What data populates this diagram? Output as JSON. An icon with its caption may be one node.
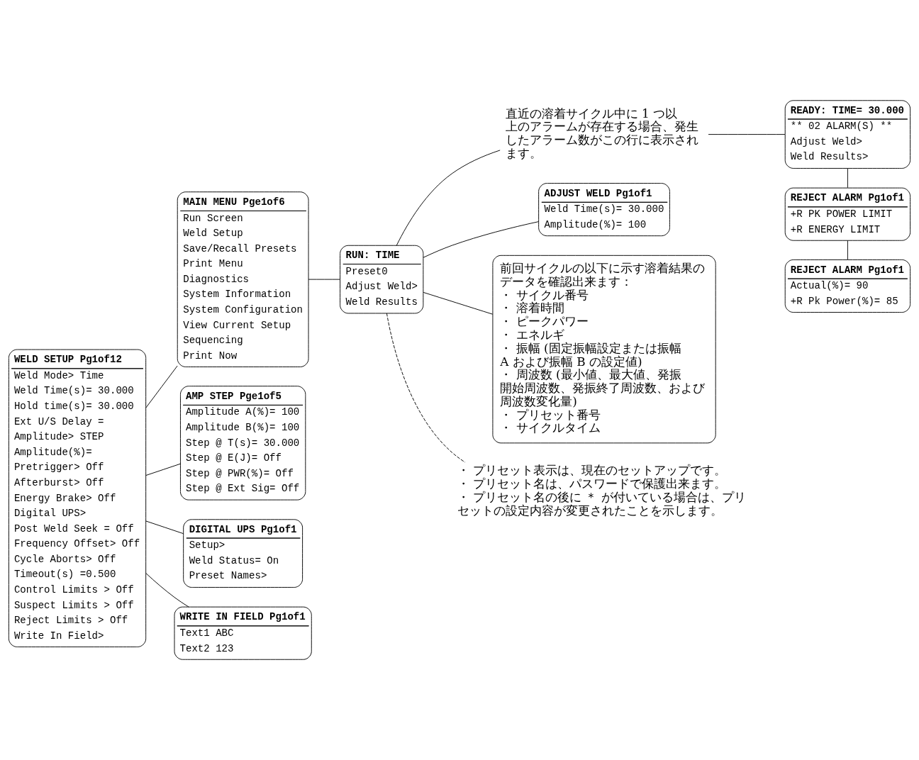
{
  "diagram": {
    "nodes": [
      {
        "text": [
          "WELD SETUP Pg1of12",
          "Weld Mode> Time",
          "Weld Time(s)= 30.000",
          "Hold time(s)= 30.000",
          "Ext U/S Delay =",
          "Amplitude> STEP",
          "Amplitude(%)=",
          "Pretrigger> Off",
          "Afterburst> Off",
          "Energy Brake> Off",
          "Digital UPS>",
          "Post Weld Seek = Off",
          "Frequency Offset> Off",
          "Cycle Aborts> Off",
          "Timeout(s) =0.500",
          "Control Limits > Off",
          "Suspect Limits > Off",
          "Reject Limits > Off",
          "Write In Field>"
        ]
      },
      {
        "text": [
          "MAIN MENU Pge1of6",
          "Run Screen",
          "Weld Setup",
          "Save/Recall Presets",
          "Print Menu",
          "Diagnostics",
          "System Information",
          "System Configuration",
          "View Current Setup",
          "Sequencing",
          "Print Now"
        ]
      },
      {
        "text": [
          "RUN: TIME",
          "Preset0",
          "Adjust Weld>",
          "Weld Results"
        ]
      },
      {
        "text": [
          "直近の溶着サイクル中に 1 つ以上のアラームが存在する場合、発生したアラーム数がこの行に表示されます。"
        ]
      },
      {
        "text": [
          "ADJUST WELD Pg1of1",
          "Weld Time(s)= 30.000",
          "Amplitude(%)= 100"
        ]
      },
      {
        "text": [
          "前回サイクルの以下に示す溶着結果のデータを確認出来ます：",
          "・ サイクル番号",
          "・ 溶着時間",
          "・ ピークパワー",
          "・ エネルギ",
          "・ 振幅 (固定振幅設定または振幅 A および振幅 B の設定値)",
          "・ 周波数 (最小値、最大値、発振開始周波数、発振終了周波数、および周波数変化量)",
          "・ プリセット番号",
          "・ サイクルタイム"
        ]
      },
      {
        "text": [
          "AMP STEP Pge1of5",
          "Amplitude A(%)= 100",
          "Amplitude B(%)= 100",
          "Step @ T(s)= 30.000",
          "Step @ E(J)= Off",
          "Step @ PWR(%)= Off",
          "Step @ Ext Sig= Off"
        ]
      },
      {
        "text": [
          "DIGITAL UPS Pg1of1",
          "Setup>",
          "Weld Status= On",
          "Preset Names>"
        ]
      },
      {
        "text": [
          "WRITE IN FIELD Pg1of1",
          "Text1 ABC",
          "Text2 123"
        ]
      },
      {
        "text": [
          "・ プリセット表示は、現在のセットアップです。",
          "・ プリセット名は、パスワードで保護出来ます。",
          "・ プリセット名の後に ＊ が付いている場合は、プリセットの設定内容が変更されたことを示します。"
        ]
      },
      {
        "text": [
          "READY: TIME= 30.000",
          "** 02 ALARM(S) **",
          "Adjust Weld>",
          "Weld Results>"
        ]
      },
      {
        "text": [
          "REJECT ALARM Pg1of1",
          "+R PK POWER LIMIT",
          "+R ENERGY LIMIT"
        ]
      },
      {
        "text": [
          "REJECT ALARM Pg1of1",
          "Actual(%)= 90",
          "+R Pk Power(%)= 85"
        ]
      }
    ],
    "edges": [
      {
        "from": 0,
        "to": 1,
        "arrow": "none"
      },
      {
        "from": 1,
        "to": 2,
        "arrow": "none"
      },
      {
        "from": 2,
        "to": 3,
        "arrow": "none"
      },
      {
        "from": 2,
        "to": 4,
        "arrow": "none"
      },
      {
        "from": 2,
        "to": 5,
        "arrow": "none"
      },
      {
        "from": 2,
        "to": 9,
        "arrow": "none",
        "style": "dashed"
      },
      {
        "from": 0,
        "to": 6,
        "arrow": "none"
      },
      {
        "from": 0,
        "to": 7,
        "arrow": "none"
      },
      {
        "from": 0,
        "to": 8,
        "arrow": "none"
      },
      {
        "from": 3,
        "to": 10,
        "arrow": "none"
      },
      {
        "from": 10,
        "to": 11,
        "arrow": "none"
      },
      {
        "from": 11,
        "to": 12,
        "arrow": "none"
      }
    ]
  }
}
